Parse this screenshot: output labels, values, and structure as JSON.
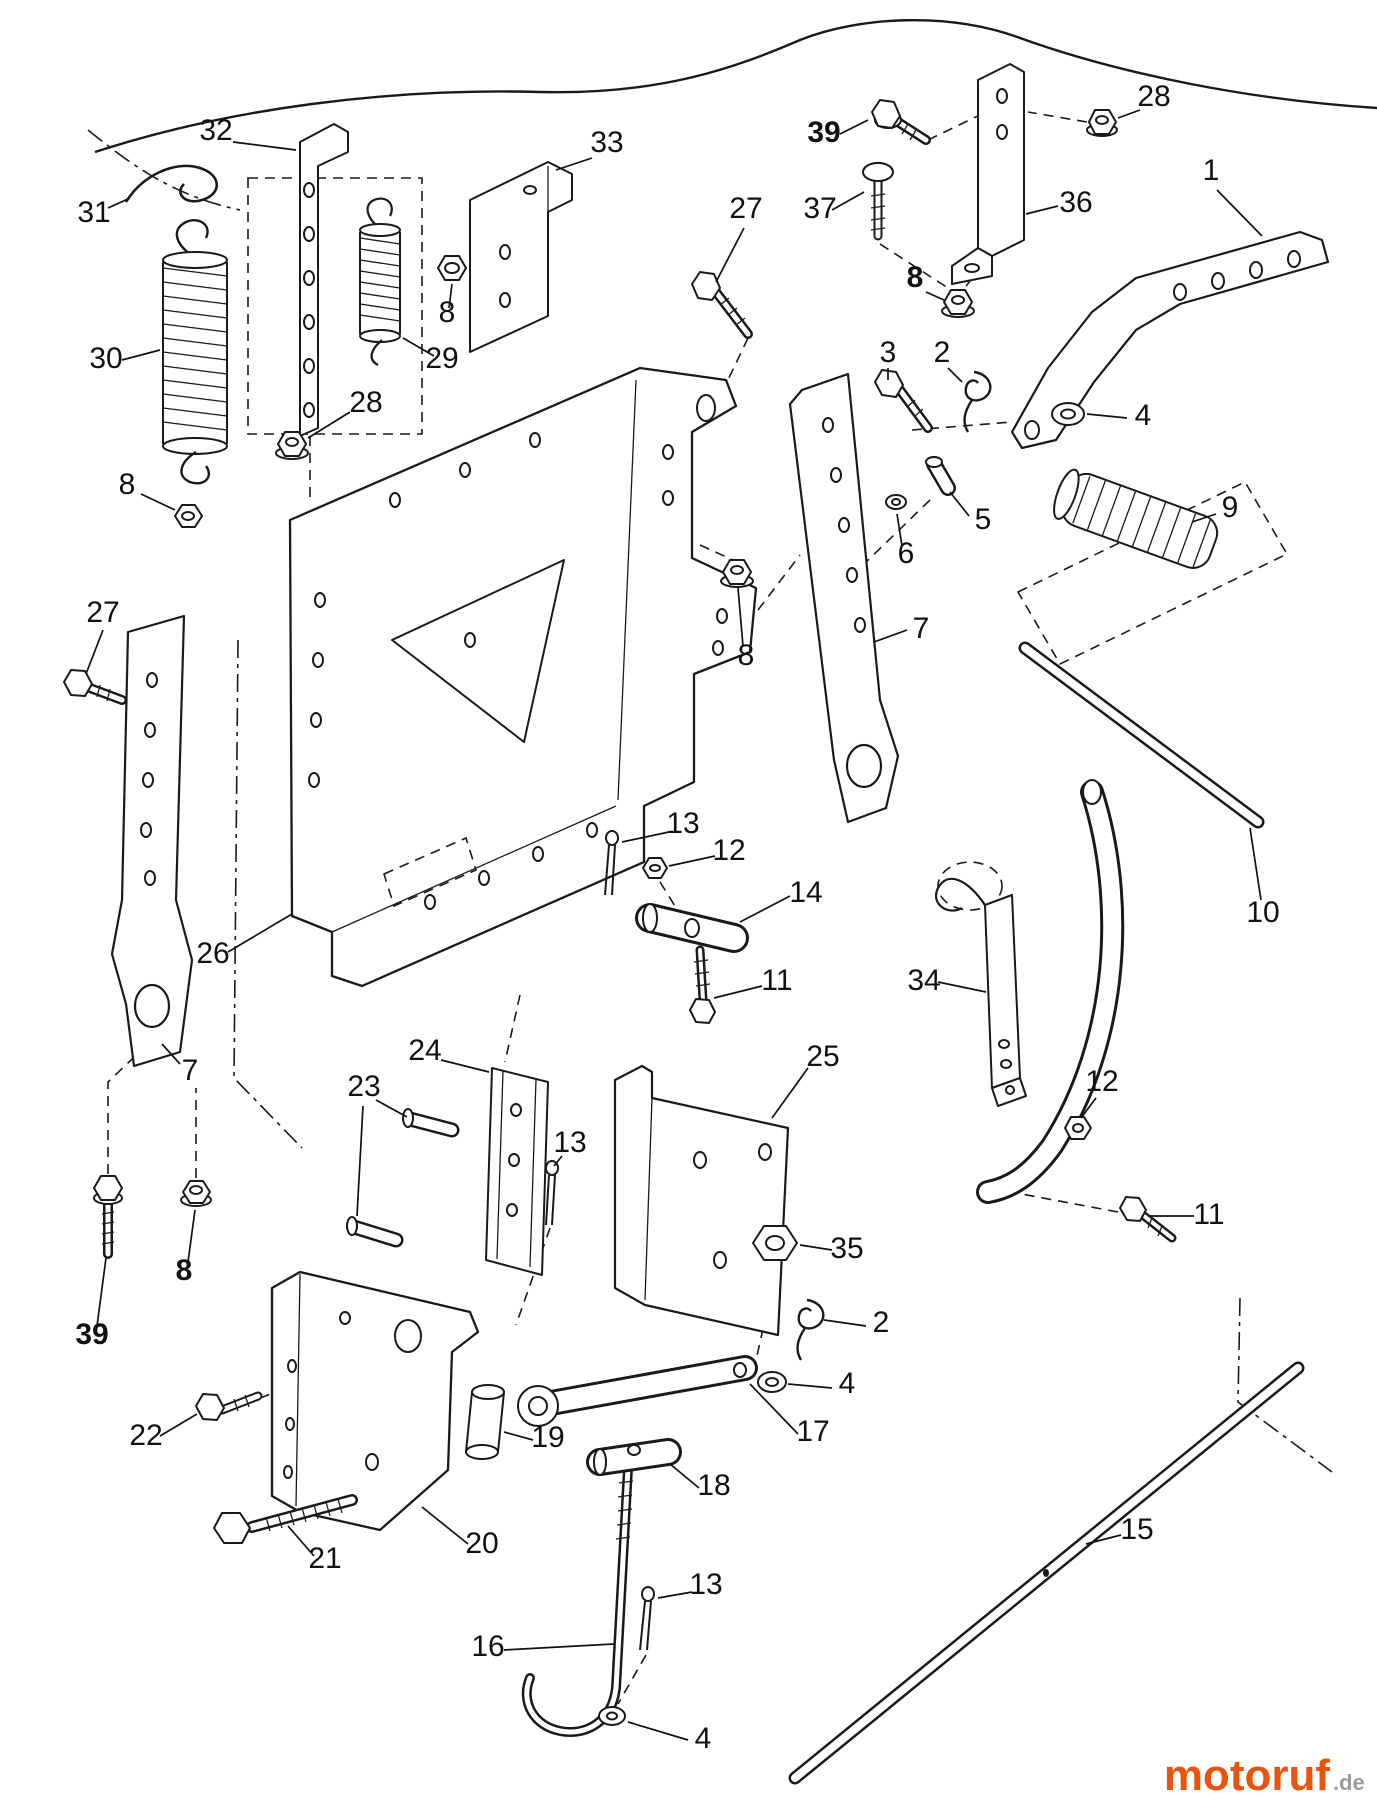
{
  "diagram": {
    "background": "#ffffff",
    "line_color": "#1a1a1a",
    "watermark": {
      "brand": "motoruf",
      "suffix": ".de",
      "brand_color": "#e8530e",
      "suffix_color": "#9b9b9b"
    }
  },
  "callouts": [
    {
      "label": "31"
    },
    {
      "label": "32"
    },
    {
      "label": "30"
    },
    {
      "label": "29"
    },
    {
      "label": "33"
    },
    {
      "label": "8"
    },
    {
      "label": "28"
    },
    {
      "label": "27"
    },
    {
      "label": "39"
    },
    {
      "label": "37"
    },
    {
      "label": "36"
    },
    {
      "label": "28"
    },
    {
      "label": "8"
    },
    {
      "label": "1"
    },
    {
      "label": "3"
    },
    {
      "label": "2"
    },
    {
      "label": "4"
    },
    {
      "label": "5"
    },
    {
      "label": "6"
    },
    {
      "label": "9"
    },
    {
      "label": "8"
    },
    {
      "label": "8"
    },
    {
      "label": "7"
    },
    {
      "label": "27"
    },
    {
      "label": "26"
    },
    {
      "label": "7"
    },
    {
      "label": "13"
    },
    {
      "label": "12"
    },
    {
      "label": "14"
    },
    {
      "label": "11"
    },
    {
      "label": "10"
    },
    {
      "label": "34"
    },
    {
      "label": "12"
    },
    {
      "label": "24"
    },
    {
      "label": "23"
    },
    {
      "label": "25"
    },
    {
      "label": "13"
    },
    {
      "label": "11"
    },
    {
      "label": "35"
    },
    {
      "label": "2"
    },
    {
      "label": "4"
    },
    {
      "label": "17"
    },
    {
      "label": "18"
    },
    {
      "label": "19"
    },
    {
      "label": "20"
    },
    {
      "label": "22"
    },
    {
      "label": "21"
    },
    {
      "label": "39"
    },
    {
      "label": "8"
    },
    {
      "label": "16"
    },
    {
      "label": "13"
    },
    {
      "label": "4"
    },
    {
      "label": "15"
    }
  ]
}
